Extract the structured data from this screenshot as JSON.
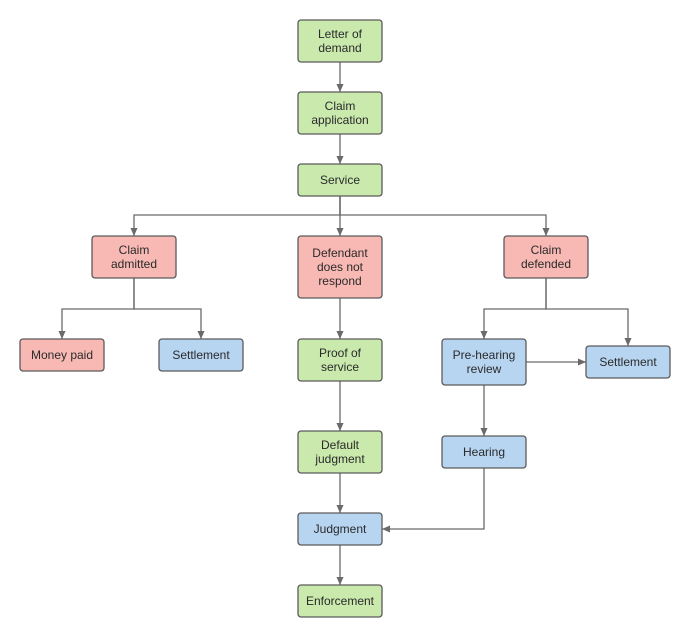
{
  "diagram": {
    "nodes": {
      "letter_of_demand": {
        "label": [
          "Letter of",
          "demand"
        ],
        "color": "green"
      },
      "claim_application": {
        "label": [
          "Claim",
          "application"
        ],
        "color": "green"
      },
      "service": {
        "label": [
          "Service"
        ],
        "color": "green"
      },
      "claim_admitted": {
        "label": [
          "Claim",
          "admitted"
        ],
        "color": "red"
      },
      "defendant_no_response": {
        "label": [
          "Defendant",
          "does not",
          "respond"
        ],
        "color": "red"
      },
      "claim_defended": {
        "label": [
          "Claim",
          "defended"
        ],
        "color": "red"
      },
      "money_paid": {
        "label": [
          "Money paid"
        ],
        "color": "red"
      },
      "settlement_left": {
        "label": [
          "Settlement"
        ],
        "color": "blue"
      },
      "proof_of_service": {
        "label": [
          "Proof of",
          "service"
        ],
        "color": "green"
      },
      "pre_hearing_review": {
        "label": [
          "Pre-hearing",
          "review"
        ],
        "color": "blue"
      },
      "settlement_right": {
        "label": [
          "Settlement"
        ],
        "color": "blue"
      },
      "default_judgment": {
        "label": [
          "Default",
          "judgment"
        ],
        "color": "green"
      },
      "hearing": {
        "label": [
          "Hearing"
        ],
        "color": "blue"
      },
      "judgment": {
        "label": [
          "Judgment"
        ],
        "color": "blue"
      },
      "enforcement": {
        "label": [
          "Enforcement"
        ],
        "color": "green"
      }
    },
    "edges": [
      {
        "from": "letter_of_demand",
        "to": "claim_application"
      },
      {
        "from": "claim_application",
        "to": "service"
      },
      {
        "from": "service",
        "to": "claim_admitted"
      },
      {
        "from": "service",
        "to": "defendant_no_response"
      },
      {
        "from": "service",
        "to": "claim_defended"
      },
      {
        "from": "claim_admitted",
        "to": "money_paid"
      },
      {
        "from": "claim_admitted",
        "to": "settlement_left"
      },
      {
        "from": "defendant_no_response",
        "to": "proof_of_service"
      },
      {
        "from": "proof_of_service",
        "to": "default_judgment"
      },
      {
        "from": "default_judgment",
        "to": "judgment"
      },
      {
        "from": "claim_defended",
        "to": "pre_hearing_review"
      },
      {
        "from": "claim_defended",
        "to": "settlement_right"
      },
      {
        "from": "pre_hearing_review",
        "to": "settlement_right"
      },
      {
        "from": "pre_hearing_review",
        "to": "hearing"
      },
      {
        "from": "hearing",
        "to": "judgment"
      },
      {
        "from": "judgment",
        "to": "enforcement"
      }
    ]
  },
  "colors": {
    "green": "#c9e9ad",
    "red": "#f8b9b4",
    "blue": "#b7d5f1",
    "border": "#5b5b5b",
    "connector": "#6a6a6a",
    "text": "#2a2a2a"
  }
}
